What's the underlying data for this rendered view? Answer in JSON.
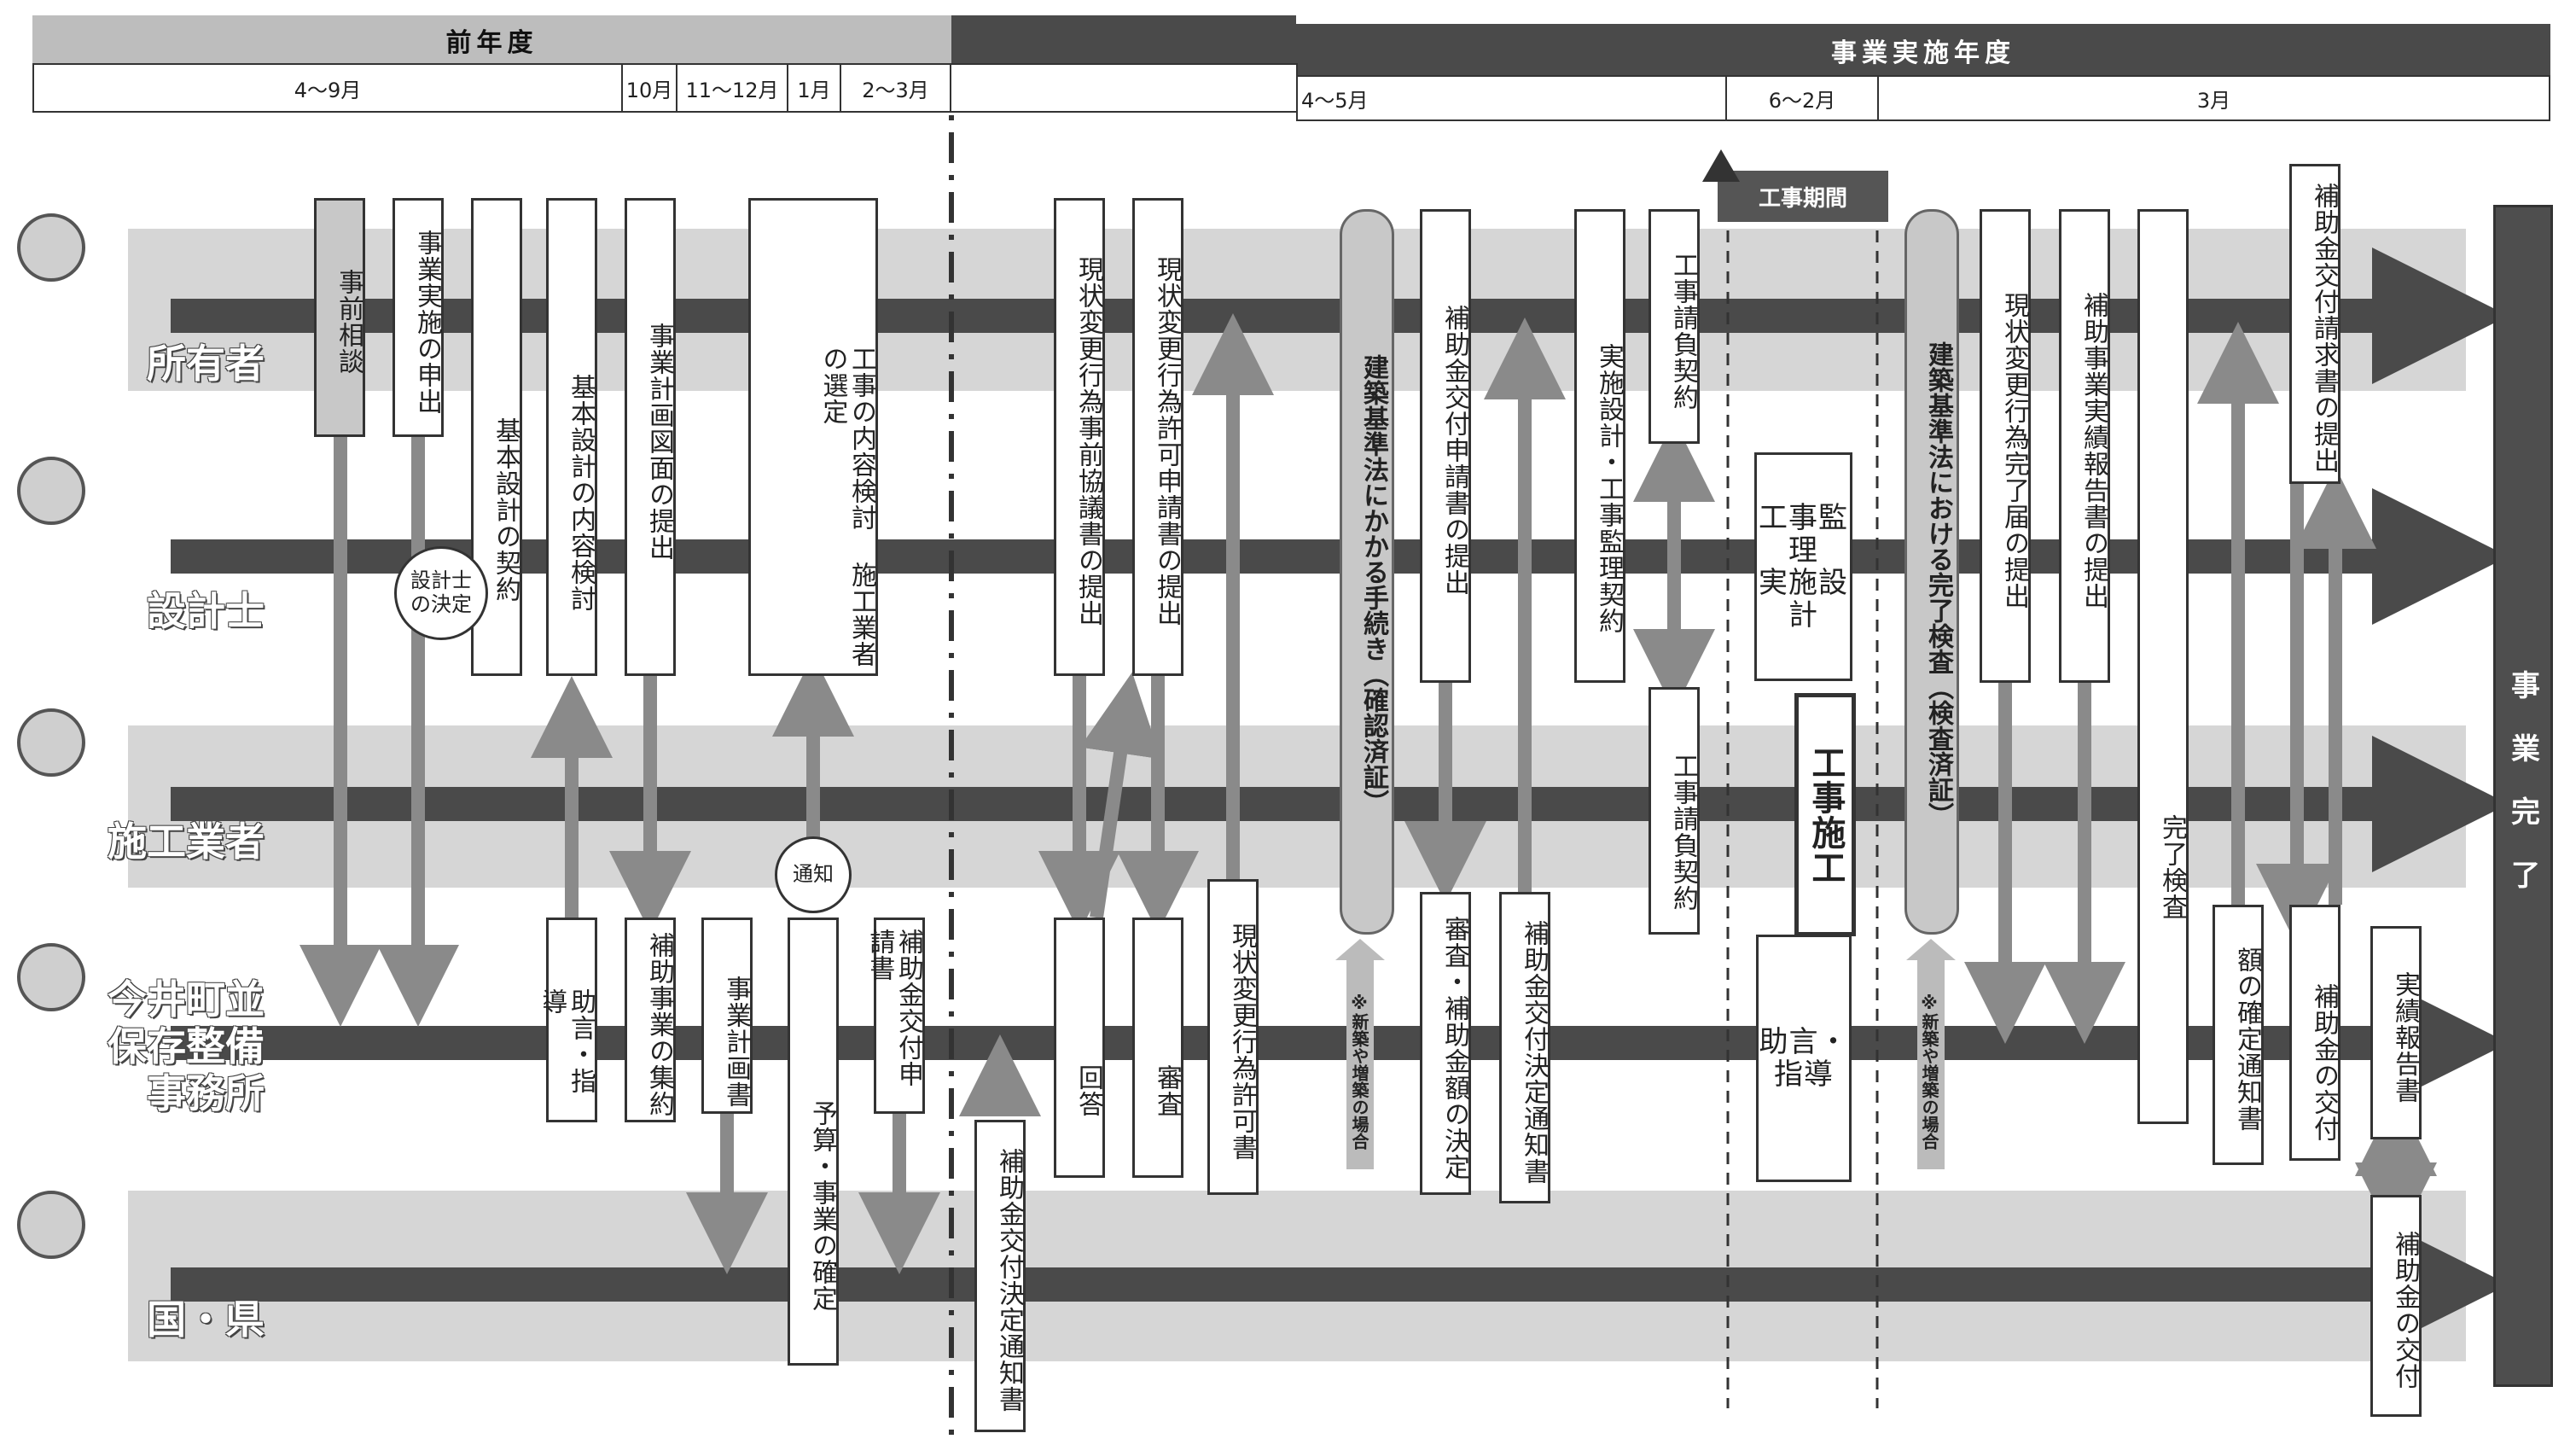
{
  "timeline": {
    "prev_year": "前年度",
    "impl_year": "事業実施年度",
    "months_prev": [
      "4〜9月",
      "10月",
      "11〜12月",
      "1月",
      "2〜3月"
    ],
    "months_impl": [
      "4〜5月",
      "6〜2月",
      "3月"
    ]
  },
  "roles": {
    "owner": "所有者",
    "architect": "設計士",
    "contractor": "施工業者",
    "office_1": "今井町並",
    "office_2": "保存整備",
    "office_3": "事務所",
    "government": "国・県"
  },
  "steps": {
    "pre_consult": "事前相談",
    "apply": "事業実施の申出",
    "basic_contract": "基本設計の契約",
    "basic_review": "基本設計の内容検討",
    "plan_submit": "事業計画図面の提出",
    "construction_select": "工事の内容検討 施工業者の選定",
    "architect_decide": "設計士\nの決定",
    "notify": "通知",
    "advice": "助言・指導",
    "aggregate": "補助事業の集約",
    "plan_doc": "事業計画書",
    "budget_confirm": "予算・事業の確定",
    "grant_apply": "補助金交付申請書",
    "grant_decision_doc": "補助金交付決定通知書",
    "pre_consult_doc": "現状変更行為事前協議書の提出",
    "permit_apply": "現状変更行為許可申請書の提出",
    "answer": "回答",
    "review": "審査",
    "permit_doc": "現状変更行為許可書",
    "building_law": "建築基準法にかかる手続き（確認済証）",
    "new_build_note": "※新築や増築の場合",
    "grant_submit": "補助金交付申請書の提出",
    "review_amount": "審査・補助金額の決定",
    "grant_decision": "補助金交付決定通知書",
    "design_contract": "実施設計・工事監理契約",
    "const_contract_owner": "工事請負契約",
    "const_contract_builder": "工事請負契約",
    "construction_period": "工事期間",
    "supervision": "工事監理\n実施設計",
    "construction": "工事施工",
    "advice2": "助言・\n指導",
    "completion_inspection": "建築基準法における完了検査（検査済証）",
    "new_build_note2": "※新築や増築の場合",
    "change_completion": "現状変更行為完了届の提出",
    "report_submit": "補助事業実績報告書の提出",
    "final_inspection": "完了検査",
    "amount_notice": "額の確定通知書",
    "grant_request": "補助金交付請求書の提出",
    "grant_delivery": "補助金の交付",
    "results_report": "実績報告書",
    "grant_delivery_gov": "補助金の交付",
    "project_complete": "事業完了"
  },
  "colors": {
    "dark_band": "#4a4a4a",
    "light_band": "#d6d6d6",
    "arrow": "#8a8a8a",
    "box_border": "#333333"
  }
}
